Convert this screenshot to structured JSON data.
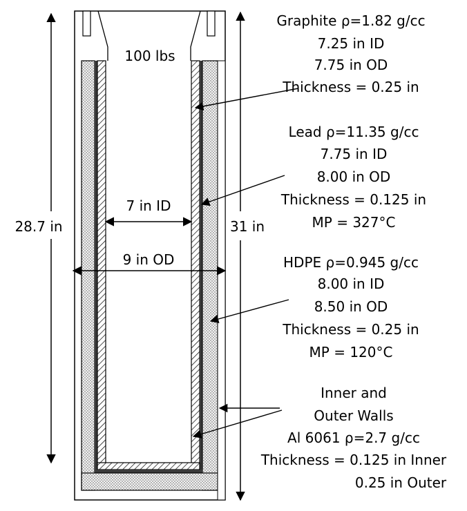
{
  "load_label": "100 lbs",
  "inner_diameter_label": "7 in ID",
  "outer_diameter_label": "9 in OD",
  "inner_height_label": "28.7 in",
  "outer_height_label": "31 in",
  "callouts": {
    "graphite": [
      "Graphite ρ=1.82 g/cc",
      "7.25 in ID",
      "7.75 in OD",
      "Thickness = 0.25 in"
    ],
    "lead": [
      "Lead ρ=11.35 g/cc",
      "7.75 in ID",
      "8.00 in OD",
      "Thickness = 0.125 in",
      "MP = 327°C"
    ],
    "hdpe": [
      "HDPE ρ=0.945 g/cc",
      "8.00 in ID",
      "8.50 in OD",
      "Thickness = 0.25 in",
      "MP = 120°C"
    ],
    "walls": [
      "Inner and",
      "Outer Walls",
      "Al 6061 ρ=2.7 g/cc",
      "Thickness = 0.125 in Inner",
      "0.25 in Outer"
    ]
  },
  "colors": {
    "stroke": "#000000",
    "graphite_hatch": "#000000",
    "lead_fill": "#3a3a3a",
    "hdpe_dots": "#555555",
    "background": "#ffffff"
  }
}
